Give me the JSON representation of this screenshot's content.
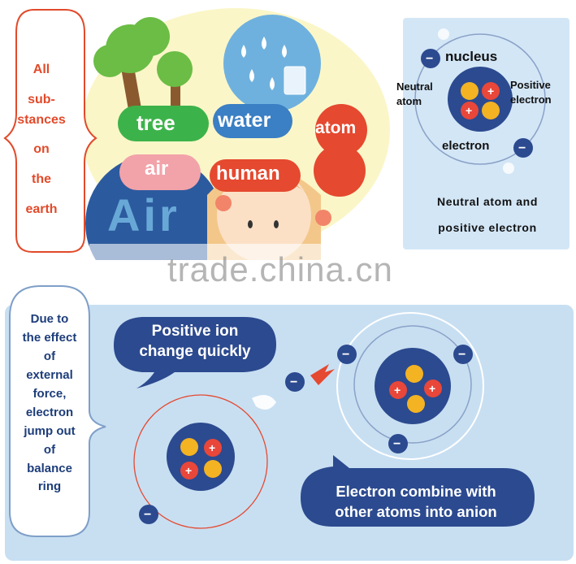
{
  "top_left": {
    "bracket_text": [
      "All",
      "sub-",
      "stances",
      "on",
      "the",
      "earth"
    ],
    "items": {
      "tree": "tree",
      "water": "water",
      "atom": "atom",
      "air": "air",
      "human": "human",
      "air_sign": "Air"
    }
  },
  "top_right": {
    "nucleus": "nucleus",
    "neutral_atom": [
      "Neutral",
      "atom"
    ],
    "positive_electron": [
      "Positive",
      "electron"
    ],
    "electron": "electron",
    "caption": [
      "Neutral atom and",
      "positive electron"
    ]
  },
  "watermark": "trade.china.cn",
  "bottom": {
    "left_text": [
      "Due to",
      "the effect",
      "of",
      "external",
      "force,",
      "electron",
      "jump out",
      "of",
      "balance",
      "ring"
    ],
    "positive_ion_bubble": [
      "Positive ion",
      "change quickly"
    ],
    "anion_bubble": [
      "Electron combine with",
      "other atoms into anion"
    ]
  },
  "colors": {
    "red_text": "#e24a2a",
    "navy": "#2c4a8f",
    "green": "#3cb34a",
    "blue": "#3b7fc4",
    "pink": "#f2a3a9",
    "orange_red": "#e5492f",
    "nucleus_yellow": "#f3b323",
    "proton_red": "#e8473a"
  }
}
